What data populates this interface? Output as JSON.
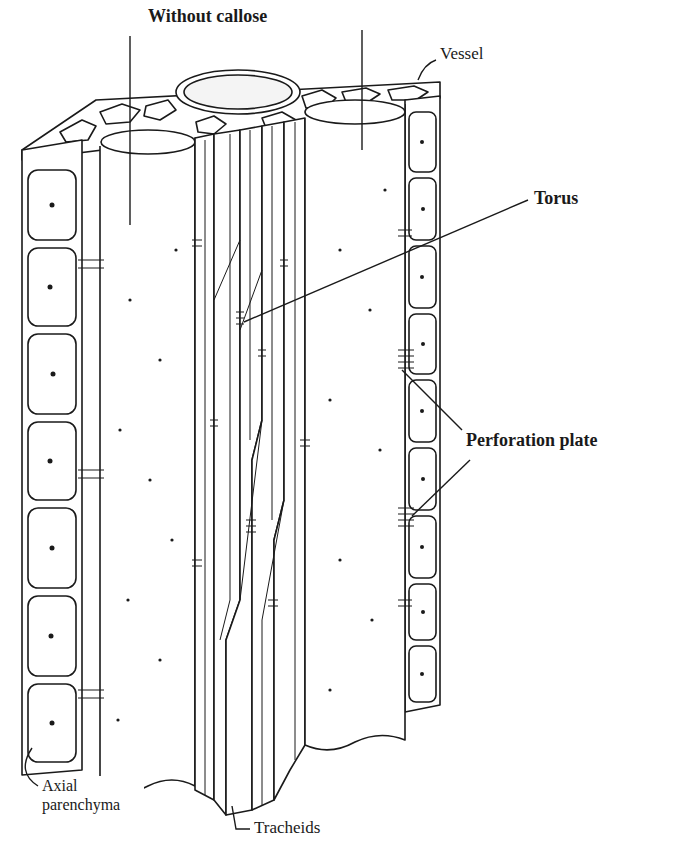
{
  "diagram": {
    "labels": [
      "Without callose",
      "Vessel",
      "Torus",
      "Perforation plate",
      "Axial parenchyma",
      "Tracheids"
    ]
  }
}
